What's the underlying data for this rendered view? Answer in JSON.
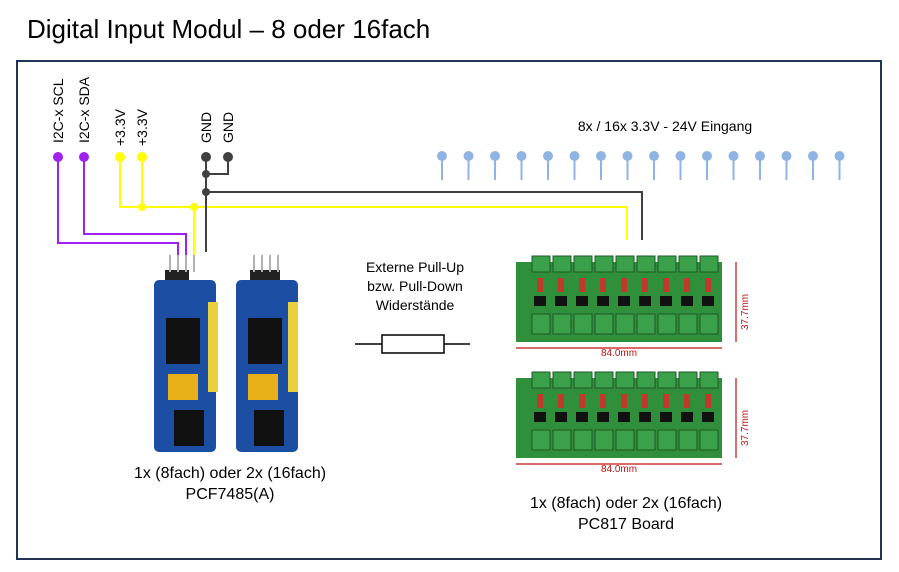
{
  "title": "Digital Input Modul – 8 oder 16fach",
  "pins": {
    "scl": "I2C-x SCL",
    "sda": "I2C-x SDA",
    "v33_a": "+3.3V",
    "v33_b": "+3.3V",
    "gnd_a": "GND",
    "gnd_b": "GND"
  },
  "inputs_label": "8x / 16x 3.3V - 24V Eingang",
  "input_count": 16,
  "resistor_label": [
    "Externe Pull-Up",
    "bzw. Pull-Down",
    "Widerstände"
  ],
  "pcf_caption": [
    "1x (8fach) oder 2x (16fach)",
    "PCF7485(A)"
  ],
  "pc817_caption": [
    "1x (8fach) oder 2x (16fach)",
    "PC817 Board"
  ],
  "board_dims": {
    "width": "84.0mm",
    "height": "37.7mm"
  },
  "colors": {
    "i2c": "#a020f0",
    "power": "#ffff00",
    "gnd": "#404040",
    "input": "#8fb4e3",
    "pcb_blue": "#1c4fa3",
    "pcb_green": "#2f8f3a",
    "frame": "#1f3550"
  }
}
